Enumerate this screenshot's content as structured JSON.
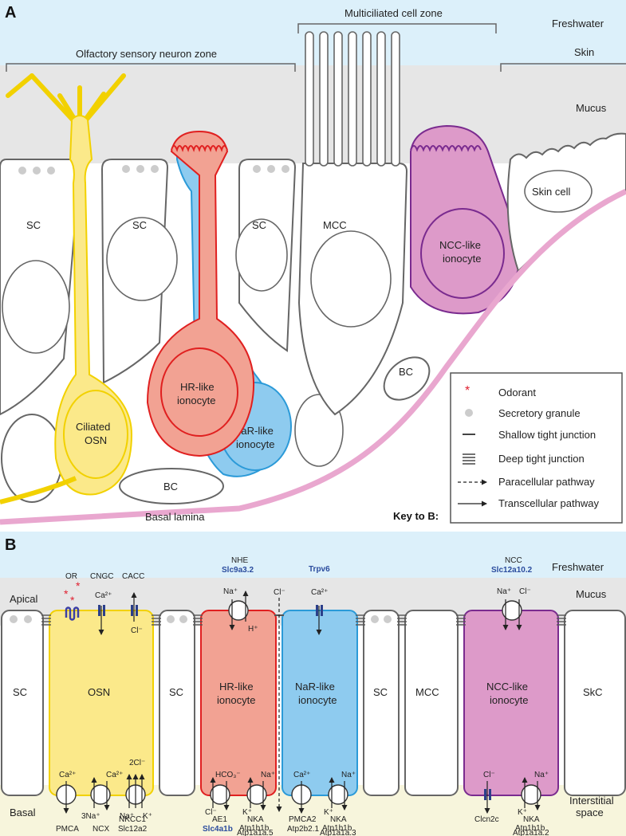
{
  "colors": {
    "freshwater": "#dcf0fa",
    "mucus": "#e6e6e6",
    "interstitial": "#f7f5dc",
    "osn_fill": "#fbe98a",
    "osn_stroke": "#f2d100",
    "hr_fill": "#f2a293",
    "hr_stroke": "#e02020",
    "nar_fill": "#8ecbef",
    "nar_stroke": "#2b9ad8",
    "ncc_fill": "#dd9ac9",
    "ncc_stroke": "#7a2b8f",
    "basal_lamina": "#e9a7cf",
    "label_blue": "#2b4c9e",
    "odorant_red": "#e02030"
  },
  "panelA": {
    "label": "A",
    "freshwater": "Freshwater",
    "skin": "Skin",
    "mucus": "Mucus",
    "osn_zone": "Olfactory sensory neuron zone",
    "mcc_zone": "Multiciliated cell zone",
    "cells": {
      "sc1": "SC",
      "sc2": "SC",
      "sc3": "SC",
      "mcc": "MCC",
      "skin_cell": "Skin cell",
      "ncc_line1": "NCC-like",
      "ncc_line2": "ionocyte",
      "hr_line1": "HR-like",
      "hr_line2": "ionocyte",
      "nar_line1": "NaR-like",
      "nar_line2": "ionocyte",
      "osn_line1": "Ciliated",
      "osn_line2": "OSN",
      "bc1": "BC",
      "bc2": "BC"
    },
    "basal_lamina": "Basal lamina",
    "key": {
      "title": "Key to B:",
      "odorant_symbol": "*",
      "items": [
        "Odorant",
        "Secretory granule",
        "Shallow tight junction",
        "Deep tight junction",
        "Paracellular pathway",
        "Transcellular pathway"
      ]
    }
  },
  "panelB": {
    "label": "B",
    "freshwater": "Freshwater",
    "mucus": "Mucus",
    "apical": "Apical",
    "basal": "Basal",
    "interstitial_line1": "Interstitial",
    "interstitial_line2": "space",
    "cells": {
      "sc1": "SC",
      "osn": "OSN",
      "sc2": "SC",
      "hr_line1": "HR-like",
      "hr_line2": "ionocyte",
      "nar_line1": "NaR-like",
      "nar_line2": "ionocyte",
      "sc3": "SC",
      "mcc": "MCC",
      "ncc_line1": "NCC-like",
      "ncc_line2": "ionocyte",
      "skc": "SkC"
    },
    "apical_labels": {
      "or": "OR",
      "cngc": "CNGC",
      "cacc": "CACC",
      "nhe": "NHE",
      "slc9a3": "Slc9a3.2",
      "trpv6": "Trpv6",
      "ncc": "NCC",
      "slc12a10": "Slc12a10.2"
    },
    "ions": {
      "osn_ca_in": "Ca²⁺",
      "osn_cl_out": "Cl⁻",
      "hr_na": "Na⁺",
      "hr_h": "H⁺",
      "para_cl": "Cl⁻",
      "nar_ca": "Ca²⁺",
      "ncc_na": "Na⁺",
      "ncc_cl": "Cl⁻",
      "osn_pmca_ca": "Ca²⁺",
      "osn_ncx_ca": "Ca²⁺",
      "osn_ncx_na": "3Na⁺",
      "osn_nkcc_2cl": "2Cl⁻",
      "osn_nkcc_na": "Na⁺",
      "osn_nkcc_k": "K⁺",
      "hr_hco3": "HCO₃⁻",
      "hr_ae_cl": "Cl⁻",
      "hr_nka_na": "Na⁺",
      "hr_nka_k": "K⁺",
      "nar_pmca_ca": "Ca²⁺",
      "nar_nka_na": "Na⁺",
      "nar_nka_k": "K⁺",
      "ncc_clcn_cl": "Cl⁻",
      "ncc_nka_na": "Na⁺",
      "ncc_nka_k": "K⁺"
    },
    "basal_labels": {
      "pmca": "PMCA",
      "ncx": "NCX",
      "nkcc1": "NKCC1",
      "slc12a2": "Slc12a2",
      "ae1": "AE1",
      "slc4a1b": "Slc4a1b",
      "hr_nka": "NKA",
      "hr_atp1": "Atp1b1b",
      "hr_atp2": "Atp1a1a.5",
      "pmca2": "PMCA2",
      "atp2b2": "Atp2b2.1",
      "nar_nka": "NKA",
      "nar_atp1": "Atp1b1b",
      "nar_atp2": "Atp1a1a.3",
      "clcn2c": "Clcn2c",
      "ncc_nka": "NKA",
      "ncc_atp1": "Atp1b1b",
      "ncc_atp2": "Atp1a1a.2"
    }
  }
}
